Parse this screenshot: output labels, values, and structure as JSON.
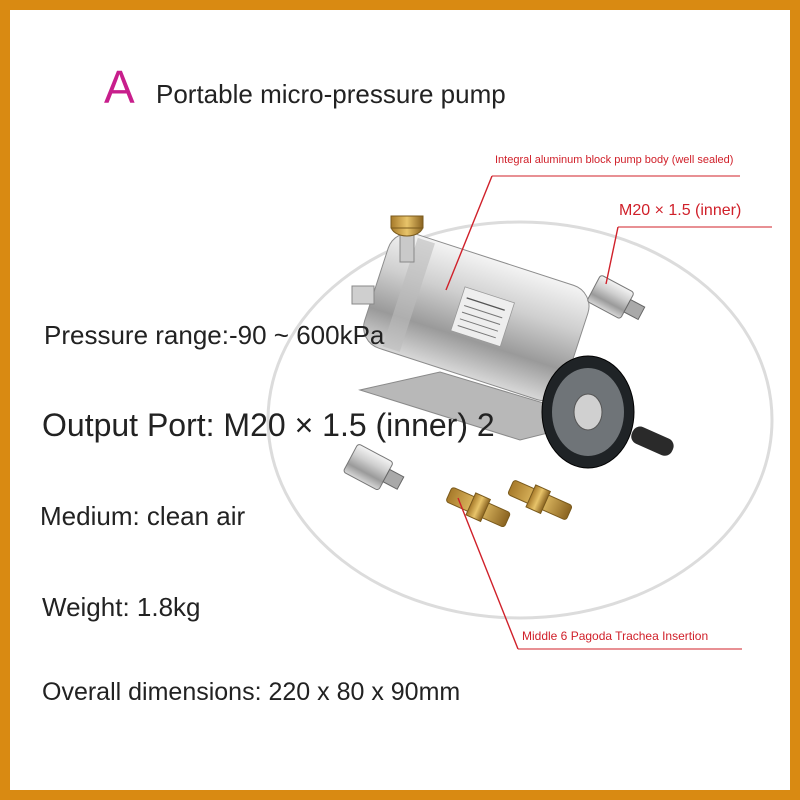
{
  "header": {
    "letter": "A",
    "title": "Portable micro-pressure pump"
  },
  "specs": [
    "Pressure range:-90 ~ 600kPa",
    "Output Port: M20 × 1.5 (inner) 2",
    "Medium: clean air",
    "Weight: 1.8kg",
    "Overall dimensions: 220 x 80 x 90mm"
  ],
  "callouts": {
    "pump_body": "Integral aluminum block pump body (well sealed)",
    "port_thread": "M20 × 1.5 (inner)",
    "pagoda": "Middle 6 Pagoda Trachea Insertion"
  },
  "colors": {
    "frame": "#d98a12",
    "accent_letter": "#c81e8c",
    "callout": "#d0202a"
  },
  "icons": {
    "product": "pressure-pump-illustration"
  }
}
